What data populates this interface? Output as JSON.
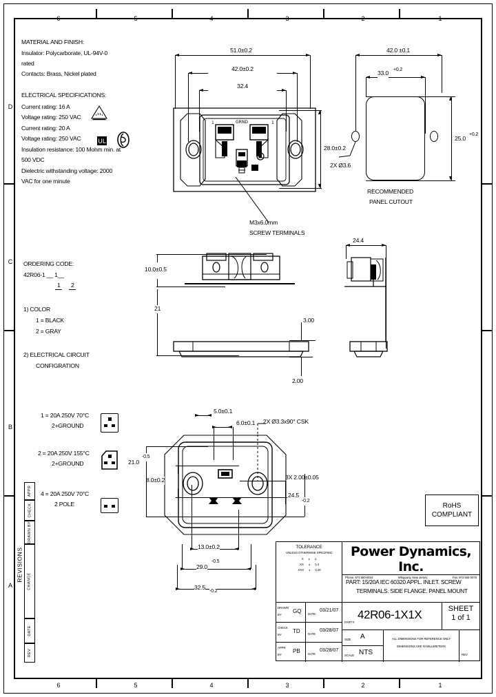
{
  "sheet": {
    "zones_top": [
      "6",
      "5",
      "4",
      "3",
      "2",
      "1"
    ],
    "zones_side": [
      "D",
      "C",
      "B",
      "A"
    ]
  },
  "notes": {
    "material_heading": "MATERIAL AND FINISH:",
    "material_lines": [
      "Insulator: Polycarborate, UL-94V-0",
      "rated",
      "Contacts: Brass, Nickel plated"
    ],
    "electrical_heading": "ELECTRICAL SPECIFICATIONS:",
    "electrical_lines": [
      "Current rating: 16 A",
      "Voltage rating: 250 VAC",
      "Current rating: 20 A",
      "Voltage rating: 250 VAC",
      "Insulation resistance: 100 Mohm min. at",
      "500 VDC",
      "Dielectric withstanding voltage: 2000",
      "VAC for one minute"
    ]
  },
  "ordering": {
    "heading": "ORDERING CODE:",
    "code": "42R06-1 __ 1__",
    "index1": "1",
    "index2": "2",
    "opt1_heading": "1) COLOR",
    "opt1_items": [
      "1 = BLACK",
      "2 = GRAY"
    ],
    "opt2_heading": "2) ELECTRICAL CIRCUIT",
    "opt2_heading2": "CONFIGRATION",
    "configs": [
      {
        "line1": "1 = 20A 250V 70°C",
        "line2": "2+GROUND",
        "shape": "rect-3pin"
      },
      {
        "line1": "2 = 20A 250V 155°C",
        "line2": "2+GROUND",
        "shape": "angled-3pin"
      },
      {
        "line1": "4 = 20A 250V 70°C",
        "line2": "2 POLE",
        "shape": "rect-2pin"
      }
    ]
  },
  "front_view": {
    "dim_51": "51.0±0.2",
    "dim_42": "42.0±0.2",
    "dim_324": "32.4",
    "dim_28": "28.0±0.2",
    "callout1": "M3x6.0mm",
    "callout2": "SCREW TERMINALS"
  },
  "panel_cutout": {
    "dim_42": "42.0 ±0.1",
    "dim_33": "33.0",
    "dim_33_tol": "+0.2",
    "dim_25": "25.0",
    "dim_25_tol": "+0.2",
    "holes": "2X Ø3.6",
    "label1": "RECOMMENDED",
    "label2": "PANEL CUTOUT"
  },
  "side_view": {
    "dim_10": "10.0±0.5",
    "dim_21": "21",
    "dim_300": "3.00",
    "dim_200": "2.00",
    "dim_244": "24.4"
  },
  "bottom_view": {
    "dim_50": "5.0±0.1",
    "dim_60": "6.0±0.1",
    "csk": "2X Ø3.3x90° CSK",
    "dim_3x2": "3X 2.00±0.05",
    "dim_80": "8.0±0.2",
    "dim_210": "21.0",
    "dim_210_tol": "-0.5",
    "dim_130": "13.0±0.2",
    "dim_290": "29.0",
    "dim_290_tol": "-0.5",
    "dim_325": "32.5",
    "dim_325_tol": "-0.2",
    "dim_245": "24.5",
    "dim_245_tol": "-0.2"
  },
  "rohs": {
    "line1": "RoHS",
    "line2": "COMPLIANT"
  },
  "revisions": {
    "title": "REVISIONS",
    "columns": [
      "APPR",
      "CHECK",
      "DRAWN BY",
      "CHANGE",
      "DATE",
      "REV"
    ]
  },
  "title_block": {
    "tolerance_heading": "TOLERANCE",
    "tolerance_sub": "UNLESS OTHERWISE SPECIFIED",
    "tolerance_rows": [
      {
        "d": "X",
        "s": "±",
        "v": "1"
      },
      {
        "d": ".XX",
        "s": "±",
        "v": "0.4"
      },
      {
        "d": ".XXX",
        "s": "±",
        "v": "0.20"
      }
    ],
    "company": "Power Dynamics, Inc.",
    "phone": "Phone: 973 560-0019",
    "city": "Whippany, New Jersey",
    "fax": "Fax: 973 560-0078",
    "part_desc_line1": "PART: 15/20A IEC 60320 APPL. INLET. SCREW",
    "part_desc_line2": "TERMINALS. SIDE FLANGE. PANEL MOUNT",
    "signoff": [
      {
        "role": "DRAWN",
        "role2": "BY",
        "name": "GQ",
        "date_label": "DATE",
        "date": "03/21/07"
      },
      {
        "role": "CHECK",
        "role2": "BY",
        "name": "TD",
        "date_label": "DATE",
        "date": "03/28/07"
      },
      {
        "role": "APPR",
        "role2": "BY",
        "name": "PB",
        "date_label": "DATE",
        "date": "03/28/07"
      }
    ],
    "part_label": "PART #",
    "part_number": "42R06-1X1X",
    "sheet_label": "SHEET",
    "sheet_value": "1 of 1",
    "size_label": "SIZE",
    "size_value": "A",
    "scale_label": "SCALE",
    "scale_value": "NTS",
    "ref_line1": "ALL DIMENSIONS FOR REFERENCE ONLY",
    "ref_line2": "DIMENSIONS ARE IN MILLIMETERS",
    "rev_label": "REV"
  }
}
